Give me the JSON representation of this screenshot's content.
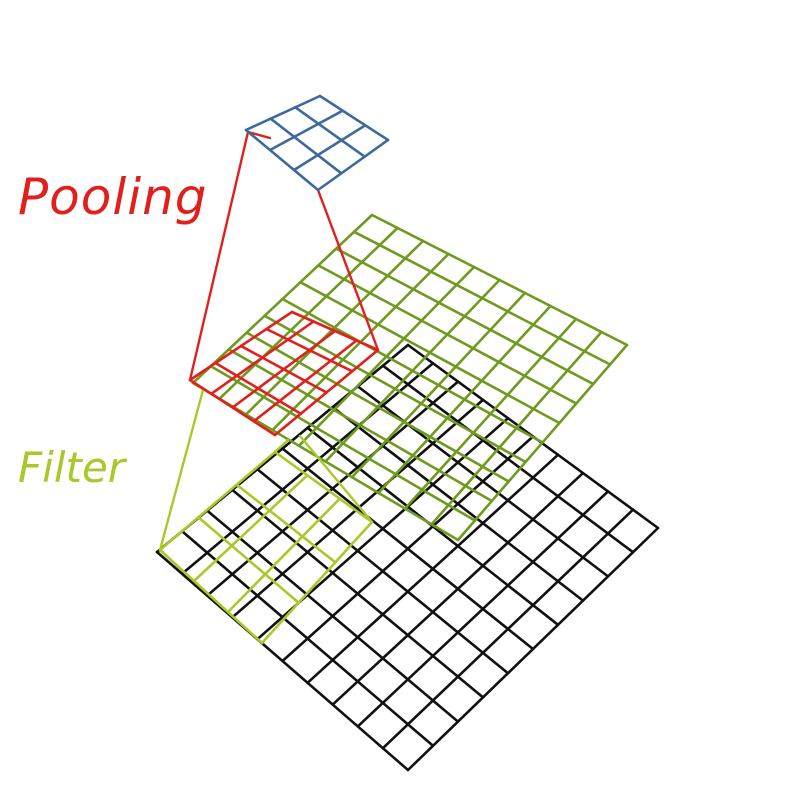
{
  "labels": {
    "pooling": "Pooling",
    "filter": "Filter"
  },
  "colors": {
    "input_grid": "#111111",
    "feature_map": "#6f9a1e",
    "filter": "#a9c92a",
    "pooling": "#e0201c",
    "pooled_output": "#3d6a9c"
  },
  "layers": {
    "input": {
      "cells": 10
    },
    "feature_map": {
      "cells": 10
    },
    "filter_window": {
      "cells": 3
    },
    "pooling_window": {
      "cells": 4
    },
    "pooled_output": {
      "cells": 3
    }
  }
}
